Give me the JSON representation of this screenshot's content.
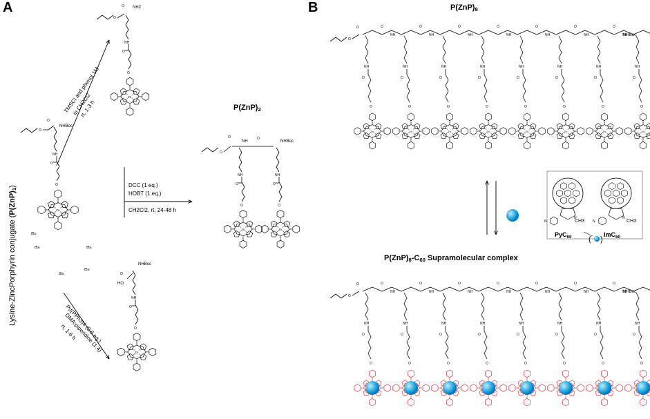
{
  "panels": {
    "a": {
      "letter": "A",
      "side_label": "Lysine-ZincPorphyrin conjugate (",
      "side_label_bold": "P(ZnP)",
      "side_label_sub": "1",
      "side_label_end": ")",
      "top_reagents": [
        "TMSCl and phenol 1M",
        "in CH2Cl2",
        "rt, 1-3 h"
      ],
      "bottom_reagents": [
        "Pd(PPh3)4 (0.6 eq.)",
        "DMA:piperidine (1:4)",
        "rt, 1-6 h"
      ],
      "coupling_reagents": [
        "DCC (1 eq.)",
        "HOBT (1 eq.)",
        "CH2Cl2, rt, 24-48 h"
      ],
      "product_label": "P(ZnP)",
      "product_sub": "2",
      "groups": {
        "nh2": "NH2",
        "nhboc": "NHBoc",
        "nh": "NH",
        "ho": "HO",
        "o": "O",
        "zn": "Zn",
        "n": "N",
        "tbu": "tBu",
        "h": "H"
      }
    },
    "b": {
      "letter": "B",
      "top_label": "P(ZnP)",
      "top_sub": "8",
      "bottom_label_pre": "P(ZnP)",
      "bottom_label_sub1": "8",
      "bottom_label_mid": "-C",
      "bottom_label_sub2": "60",
      "bottom_label_post": " Supramolecular complex",
      "inset": {
        "left_label": "PyC",
        "left_sub": "60",
        "right_label": "ImC",
        "right_sub": "60",
        "ch3": "CH3"
      }
    }
  },
  "colors": {
    "line": "#000000",
    "red": "#e8202a",
    "fullerene": "#29abe2",
    "fullerene_dark": "#0071bc",
    "inset_border": "#999999"
  }
}
